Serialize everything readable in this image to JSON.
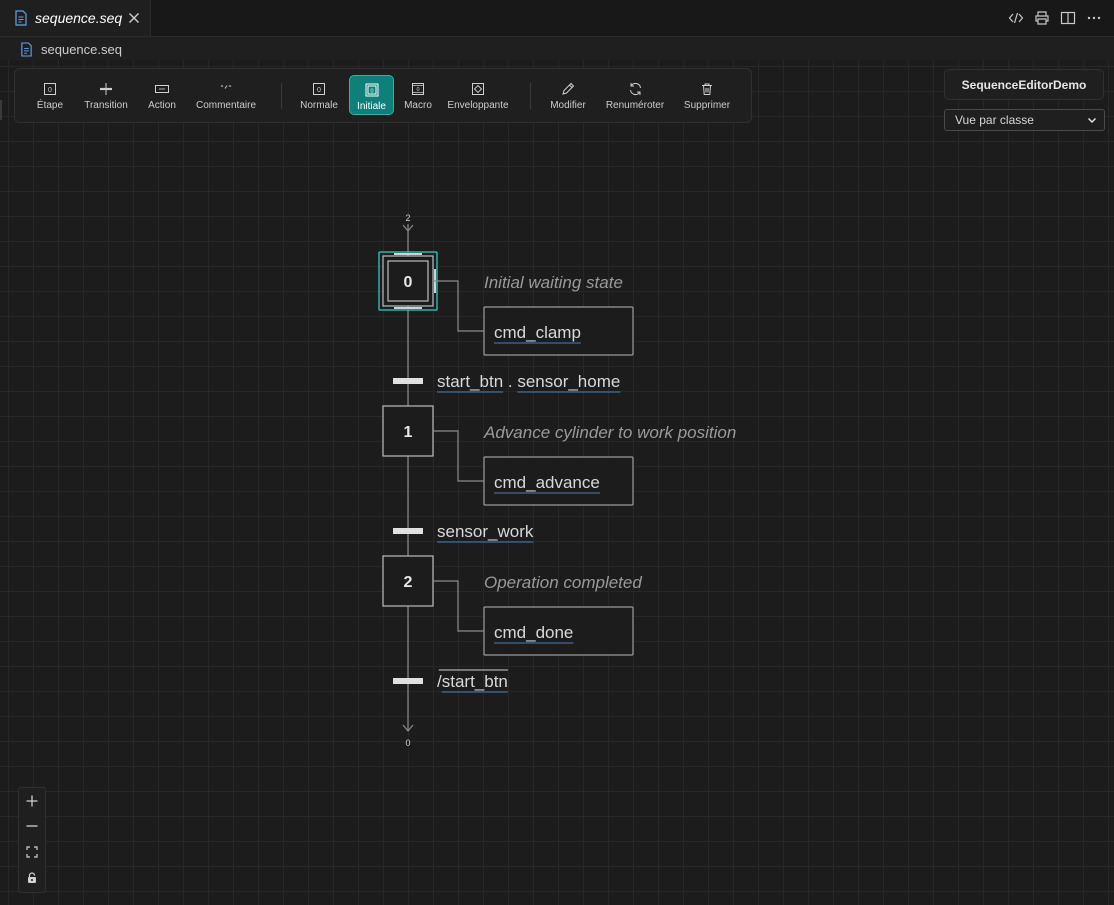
{
  "tab": {
    "filename": "sequence.seq",
    "file_icon": "file-icon",
    "close_icon": "close-icon"
  },
  "tab_actions": [
    "code-icon",
    "print-icon",
    "split-editor-icon",
    "more-icon"
  ],
  "breadcrumb": {
    "filename": "sequence.seq"
  },
  "toolbar": {
    "groups": [
      {
        "items": [
          {
            "id": "etape",
            "label": "Étape",
            "icon": "step-icon",
            "active": false
          },
          {
            "id": "transition",
            "label": "Transition",
            "icon": "transition-icon",
            "active": false
          },
          {
            "id": "action",
            "label": "Action",
            "icon": "action-icon",
            "active": false
          },
          {
            "id": "commentaire",
            "label": "Commentaire",
            "icon": "comment-icon",
            "active": false
          }
        ]
      },
      {
        "items": [
          {
            "id": "normale",
            "label": "Normale",
            "icon": "normal-step-icon",
            "active": false
          },
          {
            "id": "initiale",
            "label": "Initiale",
            "icon": "initial-step-icon",
            "active": true
          },
          {
            "id": "macro",
            "label": "Macro",
            "icon": "macro-step-icon",
            "active": false
          },
          {
            "id": "enveloppante",
            "label": "Enveloppante",
            "icon": "enclosing-step-icon",
            "active": false
          }
        ]
      },
      {
        "items": [
          {
            "id": "modifier",
            "label": "Modifier",
            "icon": "pencil-icon",
            "active": false
          },
          {
            "id": "renumeroter",
            "label": "Renuméroter",
            "icon": "refresh-icon",
            "active": false
          },
          {
            "id": "supprimer",
            "label": "Supprimer",
            "icon": "trash-icon",
            "active": false
          }
        ]
      }
    ]
  },
  "panel": {
    "title": "SequenceEditorDemo",
    "view_select": {
      "selected": "Vue par classe"
    }
  },
  "grafcet": {
    "entry_link": "2",
    "exit_link": "0",
    "steps": [
      {
        "number": "0",
        "initial": true,
        "selected": true,
        "comment": "Initial waiting state",
        "action": "cmd_clamp"
      },
      {
        "number": "1",
        "initial": false,
        "selected": false,
        "comment": "Advance cylinder to work position",
        "action": "cmd_advance"
      },
      {
        "number": "2",
        "initial": false,
        "selected": false,
        "comment": "Operation completed",
        "action": "cmd_done"
      }
    ],
    "transitions": [
      {
        "parts": [
          {
            "text": "start_btn"
          },
          {
            "op": " . "
          },
          {
            "text": "sensor_home"
          }
        ]
      },
      {
        "parts": [
          {
            "text": "sensor_work"
          }
        ]
      },
      {
        "parts": [
          {
            "op": "/"
          },
          {
            "text": "start_btn",
            "overline": true
          }
        ]
      }
    ]
  },
  "zoom_controls": [
    "zoom-in-icon",
    "zoom-out-icon",
    "fit-view-icon",
    "lock-icon"
  ],
  "colors": {
    "accent": "#0f7f7a",
    "selection": "#26b5ad",
    "link_underline": "#4a7fb5"
  }
}
